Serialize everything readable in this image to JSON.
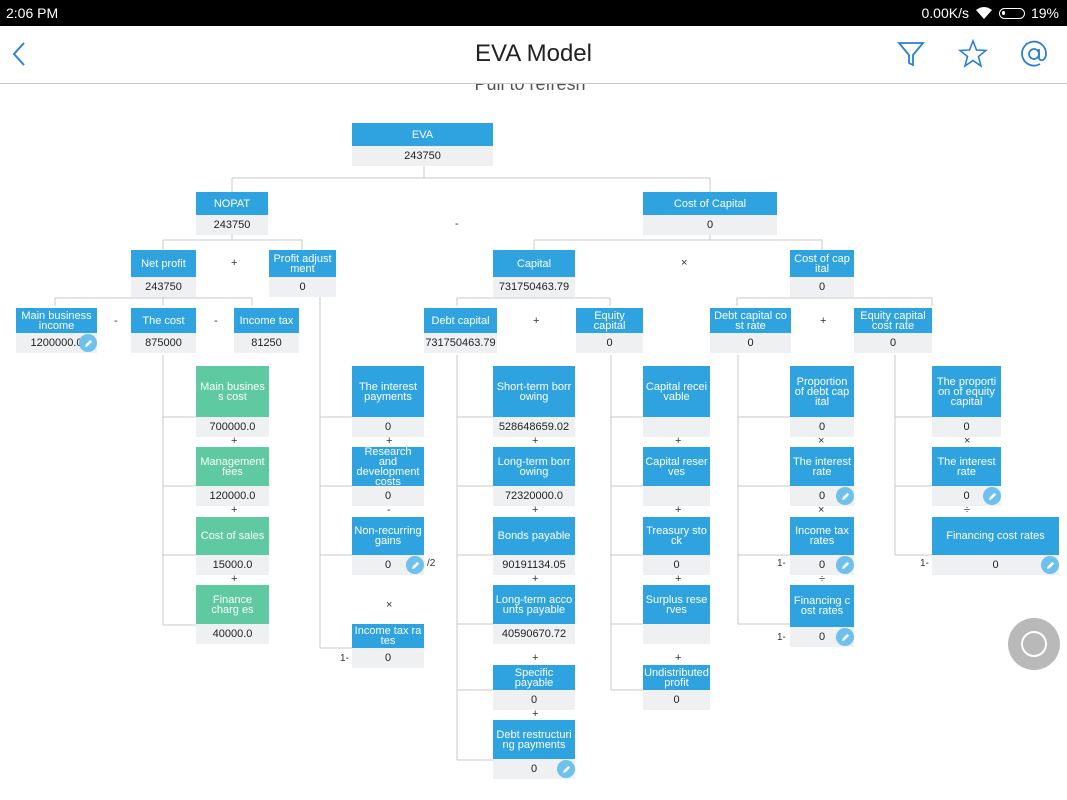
{
  "status": {
    "time": "2:06 PM",
    "speed": "0.00K/s",
    "battery": "19%"
  },
  "header": {
    "title": "EVA Model",
    "pull_text": "Pull to refresh"
  },
  "colors": {
    "blue": "#2ea3e0",
    "green": "#5fc9a1",
    "value_bg": "#eef0f1",
    "line": "#c8c8c8"
  },
  "icons": [
    "back-arrow-icon",
    "filter-icon",
    "star-icon",
    "at-icon",
    "pencil-icon",
    "wifi-icon",
    "battery-icon",
    "circle-icon"
  ],
  "nodes": [
    {
      "id": "eva",
      "label": "EVA",
      "value": "243750"
    },
    {
      "id": "nopat",
      "label": "NOPAT",
      "value": "243750"
    },
    {
      "id": "coc",
      "label": "Cost of Capital",
      "value": "0"
    },
    {
      "id": "netprofit",
      "label": "Net profit",
      "value": "243750"
    },
    {
      "id": "profitadj",
      "label": "Profit adjust ment",
      "value": "0"
    },
    {
      "id": "capital",
      "label": "Capital",
      "value": "731750463.79"
    },
    {
      "id": "costcap",
      "label": "Cost of cap ital",
      "value": "0"
    },
    {
      "id": "mbi",
      "label": "Main business income",
      "value": "1200000.0"
    },
    {
      "id": "thecost",
      "label": "The cost",
      "value": "875000"
    },
    {
      "id": "incometax",
      "label": "Income tax",
      "value": "81250"
    },
    {
      "id": "debtcap",
      "label": "Debt capital",
      "value": "731750463.79"
    },
    {
      "id": "equitycap",
      "label": "Equity capital",
      "value": "0"
    },
    {
      "id": "debtcostrate",
      "label": "Debt capital co st rate",
      "value": "0"
    },
    {
      "id": "eqcostrate",
      "label": "Equity capital cost rate",
      "value": "0"
    },
    {
      "id": "mbc",
      "label": "Main busines s cost",
      "value": "700000.0"
    },
    {
      "id": "mgmt",
      "label": "Management fees",
      "value": "120000.0"
    },
    {
      "id": "cos",
      "label": "Cost of sales",
      "value": "15000.0"
    },
    {
      "id": "fincharges",
      "label": "Finance charg es",
      "value": "40000.0"
    },
    {
      "id": "intpay",
      "label": "The interest payments",
      "value": "0"
    },
    {
      "id": "rnd",
      "label": "Research and development costs",
      "value": "0"
    },
    {
      "id": "nonrec",
      "label": "Non-recurring gains",
      "value": "0"
    },
    {
      "id": "itrates",
      "label": "Income tax ra tes",
      "value": "0"
    },
    {
      "id": "stb",
      "label": "Short-term borr owing",
      "value": "528648659.02"
    },
    {
      "id": "ltb",
      "label": "Long-term borr owing",
      "value": "72320000.0"
    },
    {
      "id": "bonds",
      "label": "Bonds payable",
      "value": "90191134.05"
    },
    {
      "id": "ltap",
      "label": "Long-term acco unts payable",
      "value": "40590670.72"
    },
    {
      "id": "specpay",
      "label": "Specific payable",
      "value": "0"
    },
    {
      "id": "debtrestr",
      "label": "Debt restructuri ng payments",
      "value": "0"
    },
    {
      "id": "capreceivable",
      "label": "Capital recei vable",
      "value": ""
    },
    {
      "id": "capreserves",
      "label": "Capital reser ves",
      "value": ""
    },
    {
      "id": "treasury",
      "label": "Treasury sto ck",
      "value": "0"
    },
    {
      "id": "surplus",
      "label": "Surplus rese rves",
      "value": ""
    },
    {
      "id": "undist",
      "label": "Undistributed profit",
      "value": "0"
    },
    {
      "id": "propdebt",
      "label": "Proportion of debt cap ital",
      "value": "0"
    },
    {
      "id": "intrate1",
      "label": "The interest rate",
      "value": "0"
    },
    {
      "id": "itrates2",
      "label": "Income tax rates",
      "value": "0"
    },
    {
      "id": "fincostrates1",
      "label": "Financing c ost rates",
      "value": "0"
    },
    {
      "id": "propeq",
      "label": "The proporti on of equity capital",
      "value": "0"
    },
    {
      "id": "intrate2",
      "label": "The interest rate",
      "value": "0"
    },
    {
      "id": "fincostrates2",
      "label": "Financing cost rates",
      "value": "0"
    }
  ],
  "symbols": {
    "eva_op": "-",
    "nopat_op": "+",
    "capital_op": "×",
    "mbi_cost": "-",
    "cost_tax": "-",
    "debt_equity": "+",
    "debtrate_eqrate": "+",
    "s1": "+",
    "s2": "+",
    "s3": "+",
    "p1": "+",
    "p2": "-",
    "p3": "×",
    "d1": "+",
    "d2": "+",
    "d3": "+",
    "d4": "+",
    "d5": "+",
    "e1": "+",
    "e2": "+",
    "e3": "+",
    "e4": "+",
    "r1": "×",
    "r2": "×",
    "r3": "÷",
    "q1": "×",
    "q2": "÷"
  },
  "labels": {
    "one_minus": "1-",
    "half": "/2"
  }
}
